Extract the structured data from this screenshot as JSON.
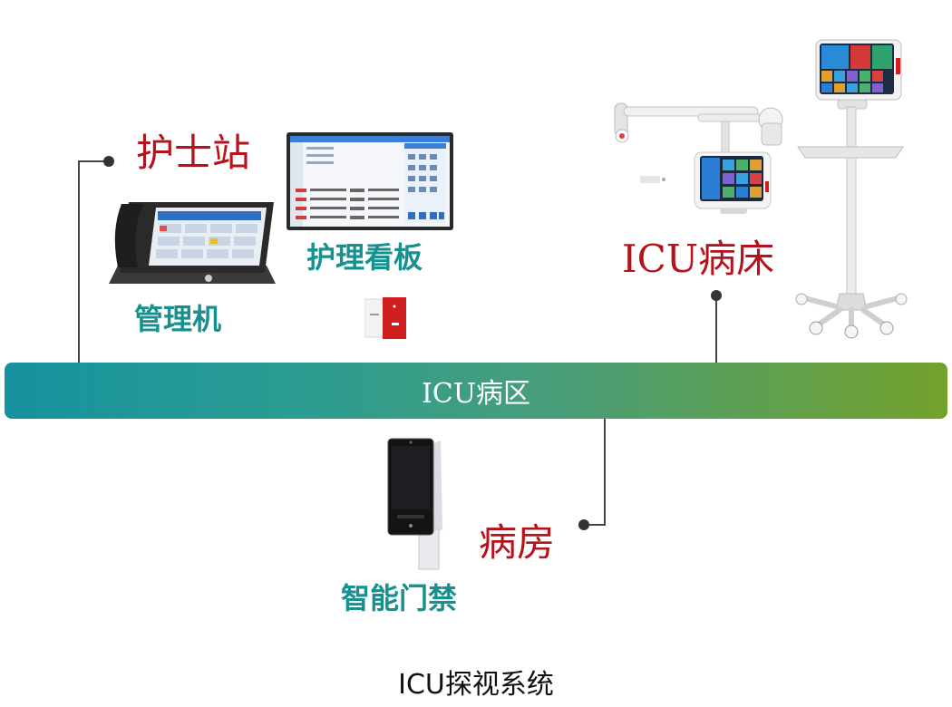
{
  "labels": {
    "nurse_station": "护士站",
    "management_unit": "管理机",
    "nursing_board": "护理看板",
    "icu_bed": "ICU病床",
    "ward": "病房",
    "access_control": "智能门禁"
  },
  "band": {
    "text": "ICU病区"
  },
  "caption": "ICU探视系统",
  "colors": {
    "band_start": "#16929e",
    "band_end": "#73a12a",
    "red_label": "#b5121b",
    "teal_label": "#17918f"
  }
}
